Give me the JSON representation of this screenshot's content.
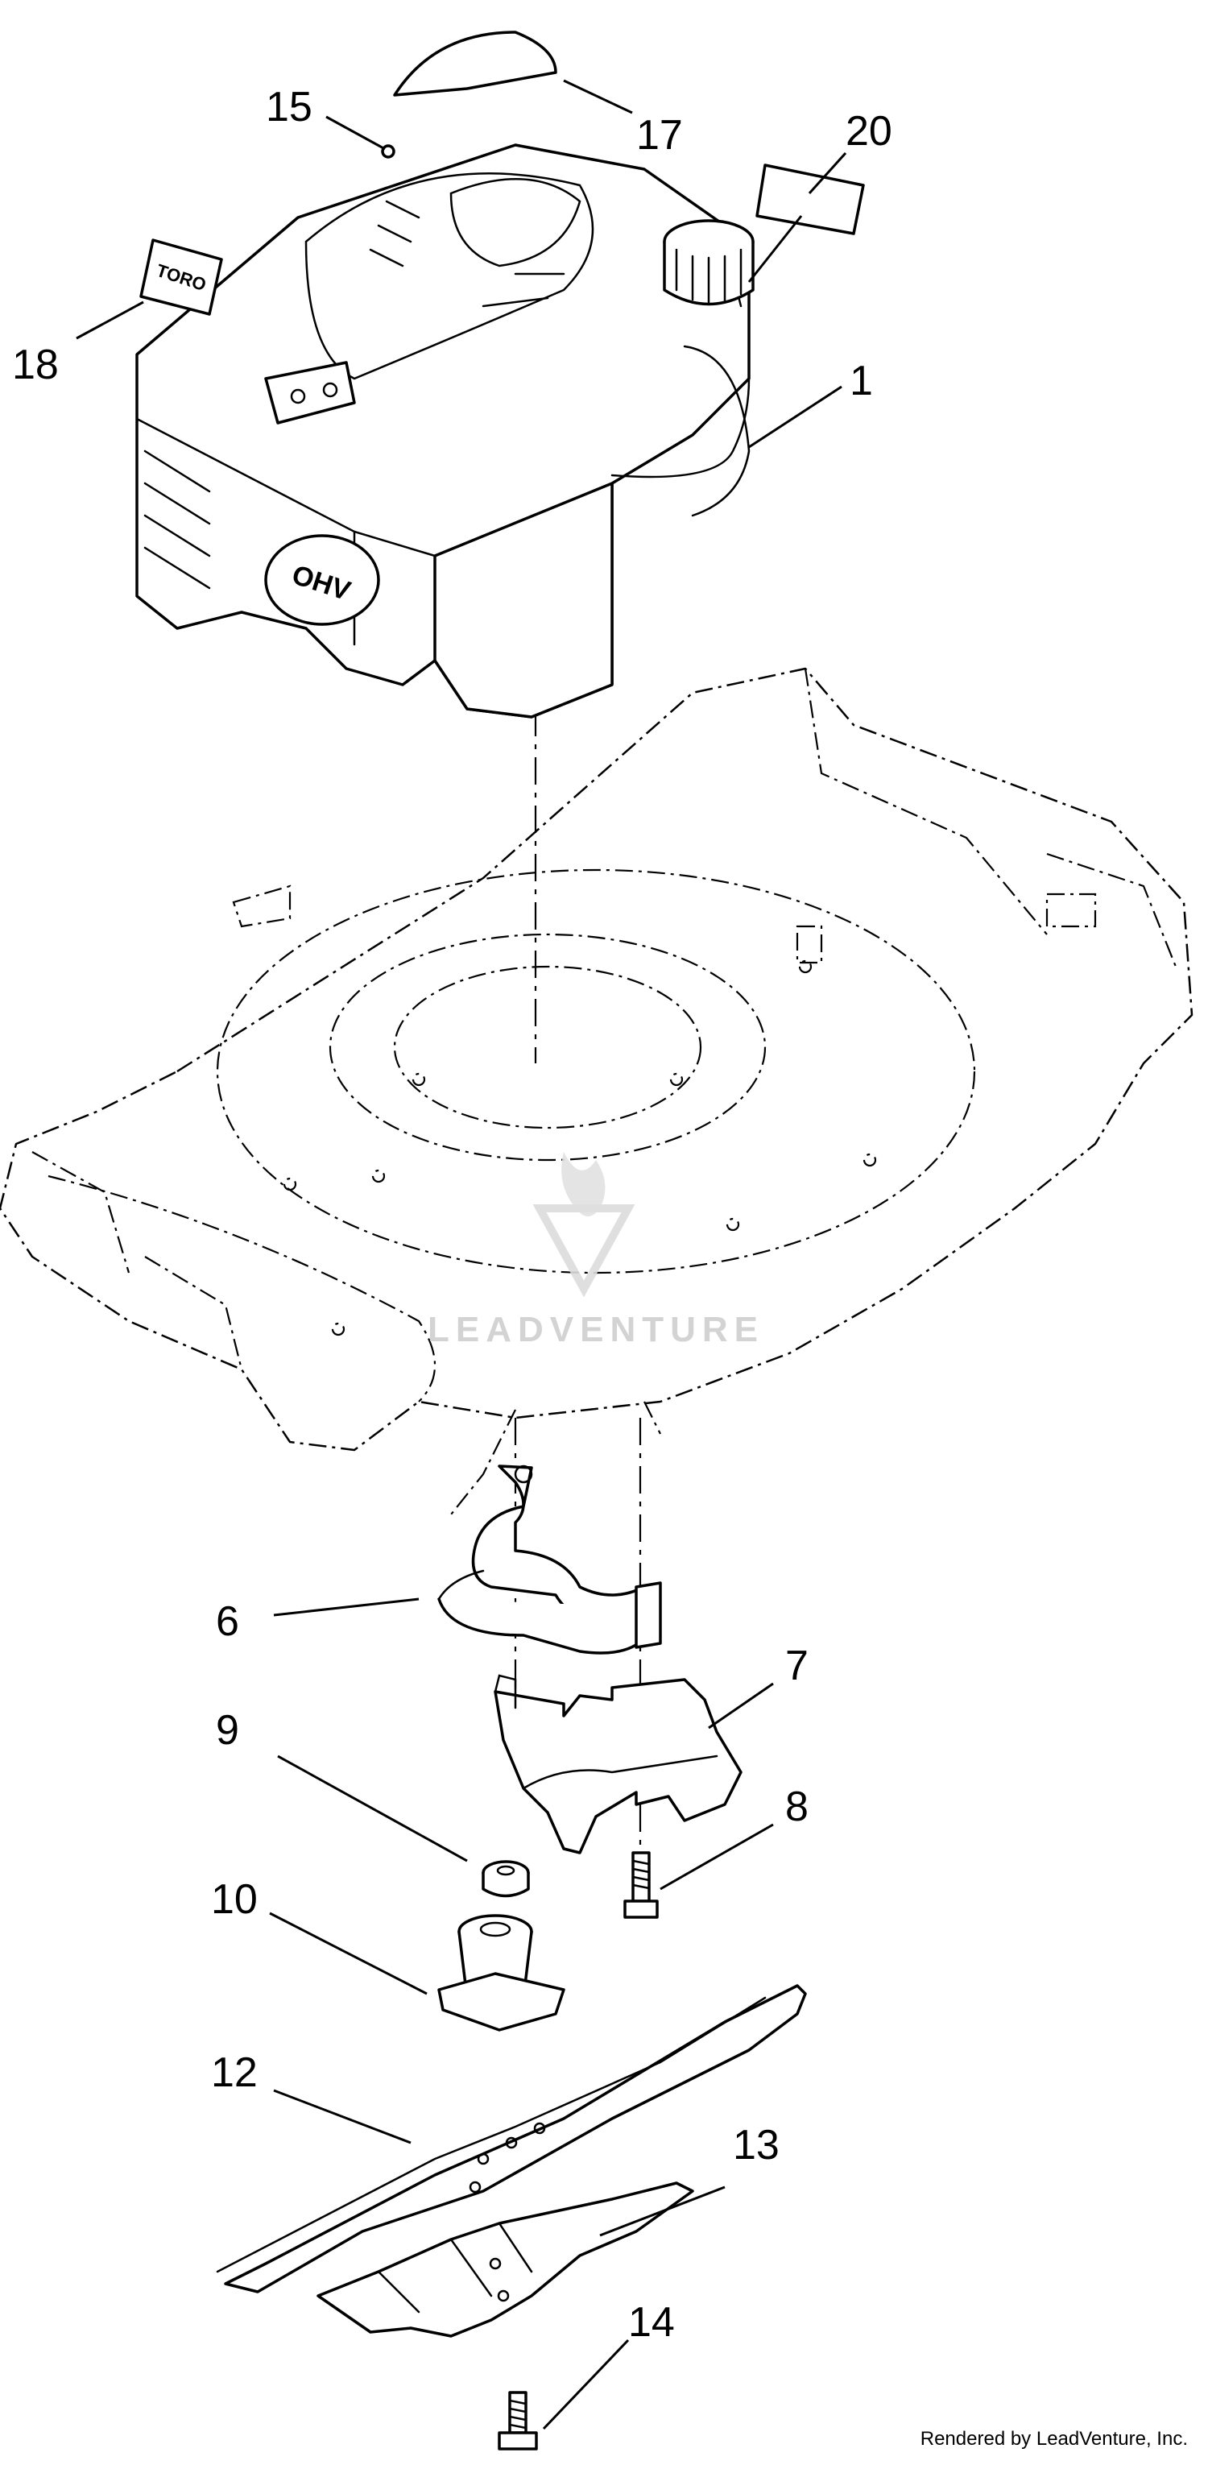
{
  "diagram": {
    "callouts": [
      {
        "id": "15",
        "label": "15"
      },
      {
        "id": "17",
        "label": "17"
      },
      {
        "id": "20",
        "label": "20"
      },
      {
        "id": "18",
        "label": "18"
      },
      {
        "id": "1",
        "label": "1"
      },
      {
        "id": "6",
        "label": "6"
      },
      {
        "id": "7",
        "label": "7"
      },
      {
        "id": "9",
        "label": "9"
      },
      {
        "id": "8",
        "label": "8"
      },
      {
        "id": "10",
        "label": "10"
      },
      {
        "id": "12",
        "label": "12"
      },
      {
        "id": "13",
        "label": "13"
      },
      {
        "id": "14",
        "label": "14"
      }
    ],
    "engine_badge": "OHV",
    "decal_text": "TORO"
  },
  "watermark": {
    "text": "LEADVENTURE"
  },
  "footer": {
    "rendered_by": "Rendered by LeadVenture, Inc."
  }
}
